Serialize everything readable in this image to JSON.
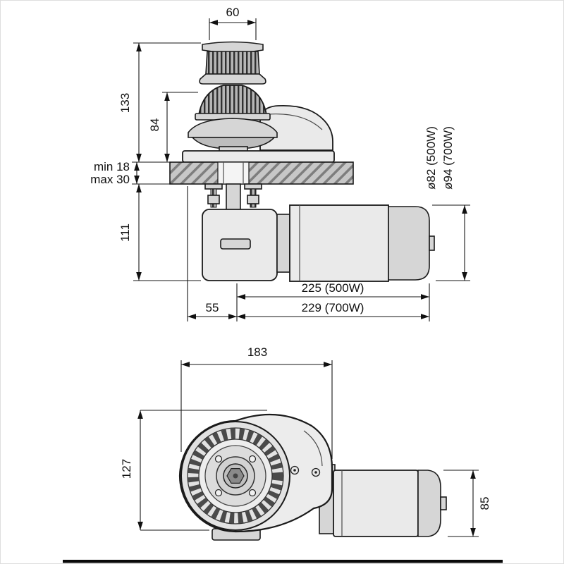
{
  "document": {
    "type": "technical dimensional drawing",
    "subject": "vertical windlass with electric motor, side view and front view"
  },
  "side_view": {
    "dim_top_width": "60",
    "dim_height_above_deck": "133",
    "dim_gypsy_height": "84",
    "dim_deck_min": "min 18",
    "dim_deck_max": "max 30",
    "dim_height_below_deck": "111",
    "dim_motor_dia_500": "ø82 (500W)",
    "dim_motor_dia_700": "ø94 (700W)",
    "dim_length_500": "225 (500W)",
    "dim_length_700": "229 (700W)",
    "dim_offset": "55"
  },
  "front_view": {
    "dim_width": "183",
    "dim_height": "127",
    "dim_motor_height": "85"
  },
  "colors": {
    "line": "#1a1a1a",
    "deck_fill": "#c7c7c7",
    "body_fill": "#eaeaea"
  }
}
